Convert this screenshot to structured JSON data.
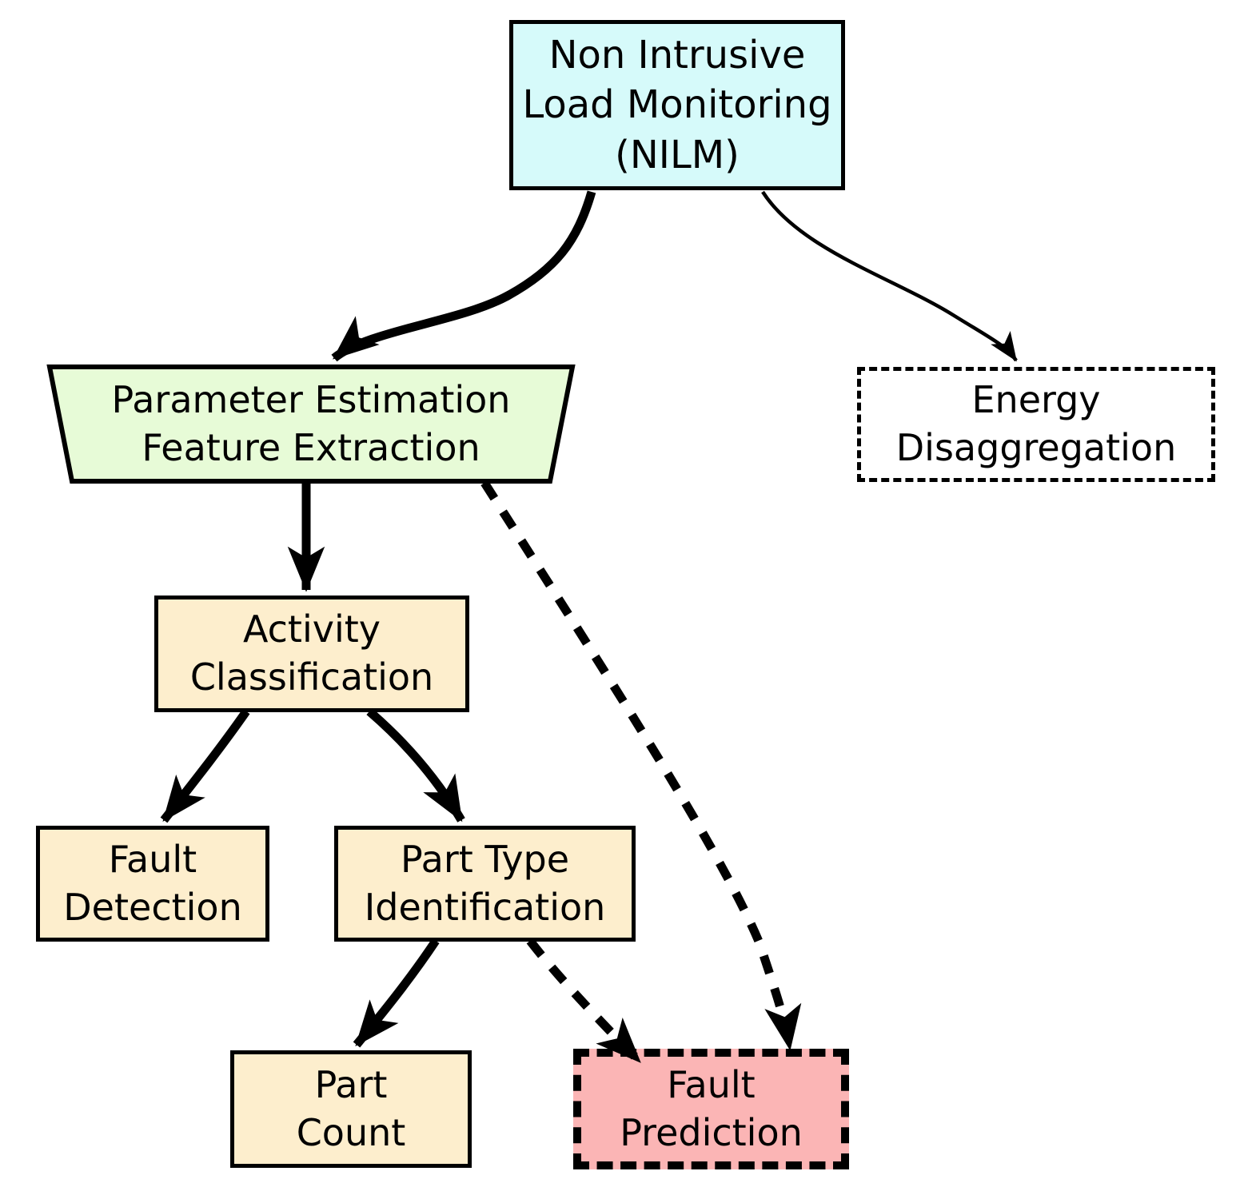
{
  "diagram": {
    "type": "flowchart",
    "nodes": {
      "nilm": {
        "label": "Non Intrusive Load Monitoring (NILM)",
        "lines": [
          "Non Intrusive",
          "Load Monitoring",
          "(NILM)"
        ],
        "fill": "#d6fafa",
        "shape": "rectangle",
        "border_style": "solid"
      },
      "parameter_estimation": {
        "label": "Parameter Estimation Feature Extraction",
        "lines": [
          "Parameter Estimation",
          "Feature Extraction"
        ],
        "fill": "#e7fbd7",
        "shape": "trapezoid",
        "border_style": "solid"
      },
      "energy_disaggregation": {
        "label": "Energy Disaggregation",
        "lines": [
          "Energy",
          "Disaggregation"
        ],
        "fill": "#ffffff",
        "shape": "rectangle",
        "border_style": "dashed"
      },
      "activity_classification": {
        "label": "Activity Classification",
        "lines": [
          "Activity",
          "Classification"
        ],
        "fill": "#fdeecd",
        "shape": "rectangle",
        "border_style": "solid"
      },
      "fault_detection": {
        "label": "Fault Detection",
        "lines": [
          "Fault",
          "Detection"
        ],
        "fill": "#fdeecd",
        "shape": "rectangle",
        "border_style": "solid"
      },
      "part_type_identification": {
        "label": "Part Type Identification",
        "lines": [
          "Part Type",
          "Identification"
        ],
        "fill": "#fdeecd",
        "shape": "rectangle",
        "border_style": "solid"
      },
      "part_count": {
        "label": "Part Count",
        "lines": [
          "Part",
          "Count"
        ],
        "fill": "#fdeecd",
        "shape": "rectangle",
        "border_style": "solid"
      },
      "fault_prediction": {
        "label": "Fault Prediction",
        "lines": [
          "Fault",
          "Prediction"
        ],
        "fill": "#fbb5b5",
        "shape": "rectangle",
        "border_style": "dashed-bold"
      }
    },
    "edges": [
      {
        "from": "nilm",
        "to": "parameter_estimation",
        "line": "solid",
        "weight": "bold"
      },
      {
        "from": "nilm",
        "to": "energy_disaggregation",
        "line": "solid",
        "weight": "thin"
      },
      {
        "from": "parameter_estimation",
        "to": "activity_classification",
        "line": "solid",
        "weight": "bold"
      },
      {
        "from": "parameter_estimation",
        "to": "fault_prediction",
        "line": "dashed",
        "weight": "bold"
      },
      {
        "from": "activity_classification",
        "to": "fault_detection",
        "line": "solid",
        "weight": "bold"
      },
      {
        "from": "activity_classification",
        "to": "part_type_identification",
        "line": "solid",
        "weight": "bold"
      },
      {
        "from": "part_type_identification",
        "to": "part_count",
        "line": "solid",
        "weight": "bold"
      },
      {
        "from": "part_type_identification",
        "to": "fault_prediction",
        "line": "dashed",
        "weight": "bold"
      }
    ],
    "colors": {
      "edge": "#000000",
      "border": "#000000",
      "text": "#000000"
    }
  }
}
